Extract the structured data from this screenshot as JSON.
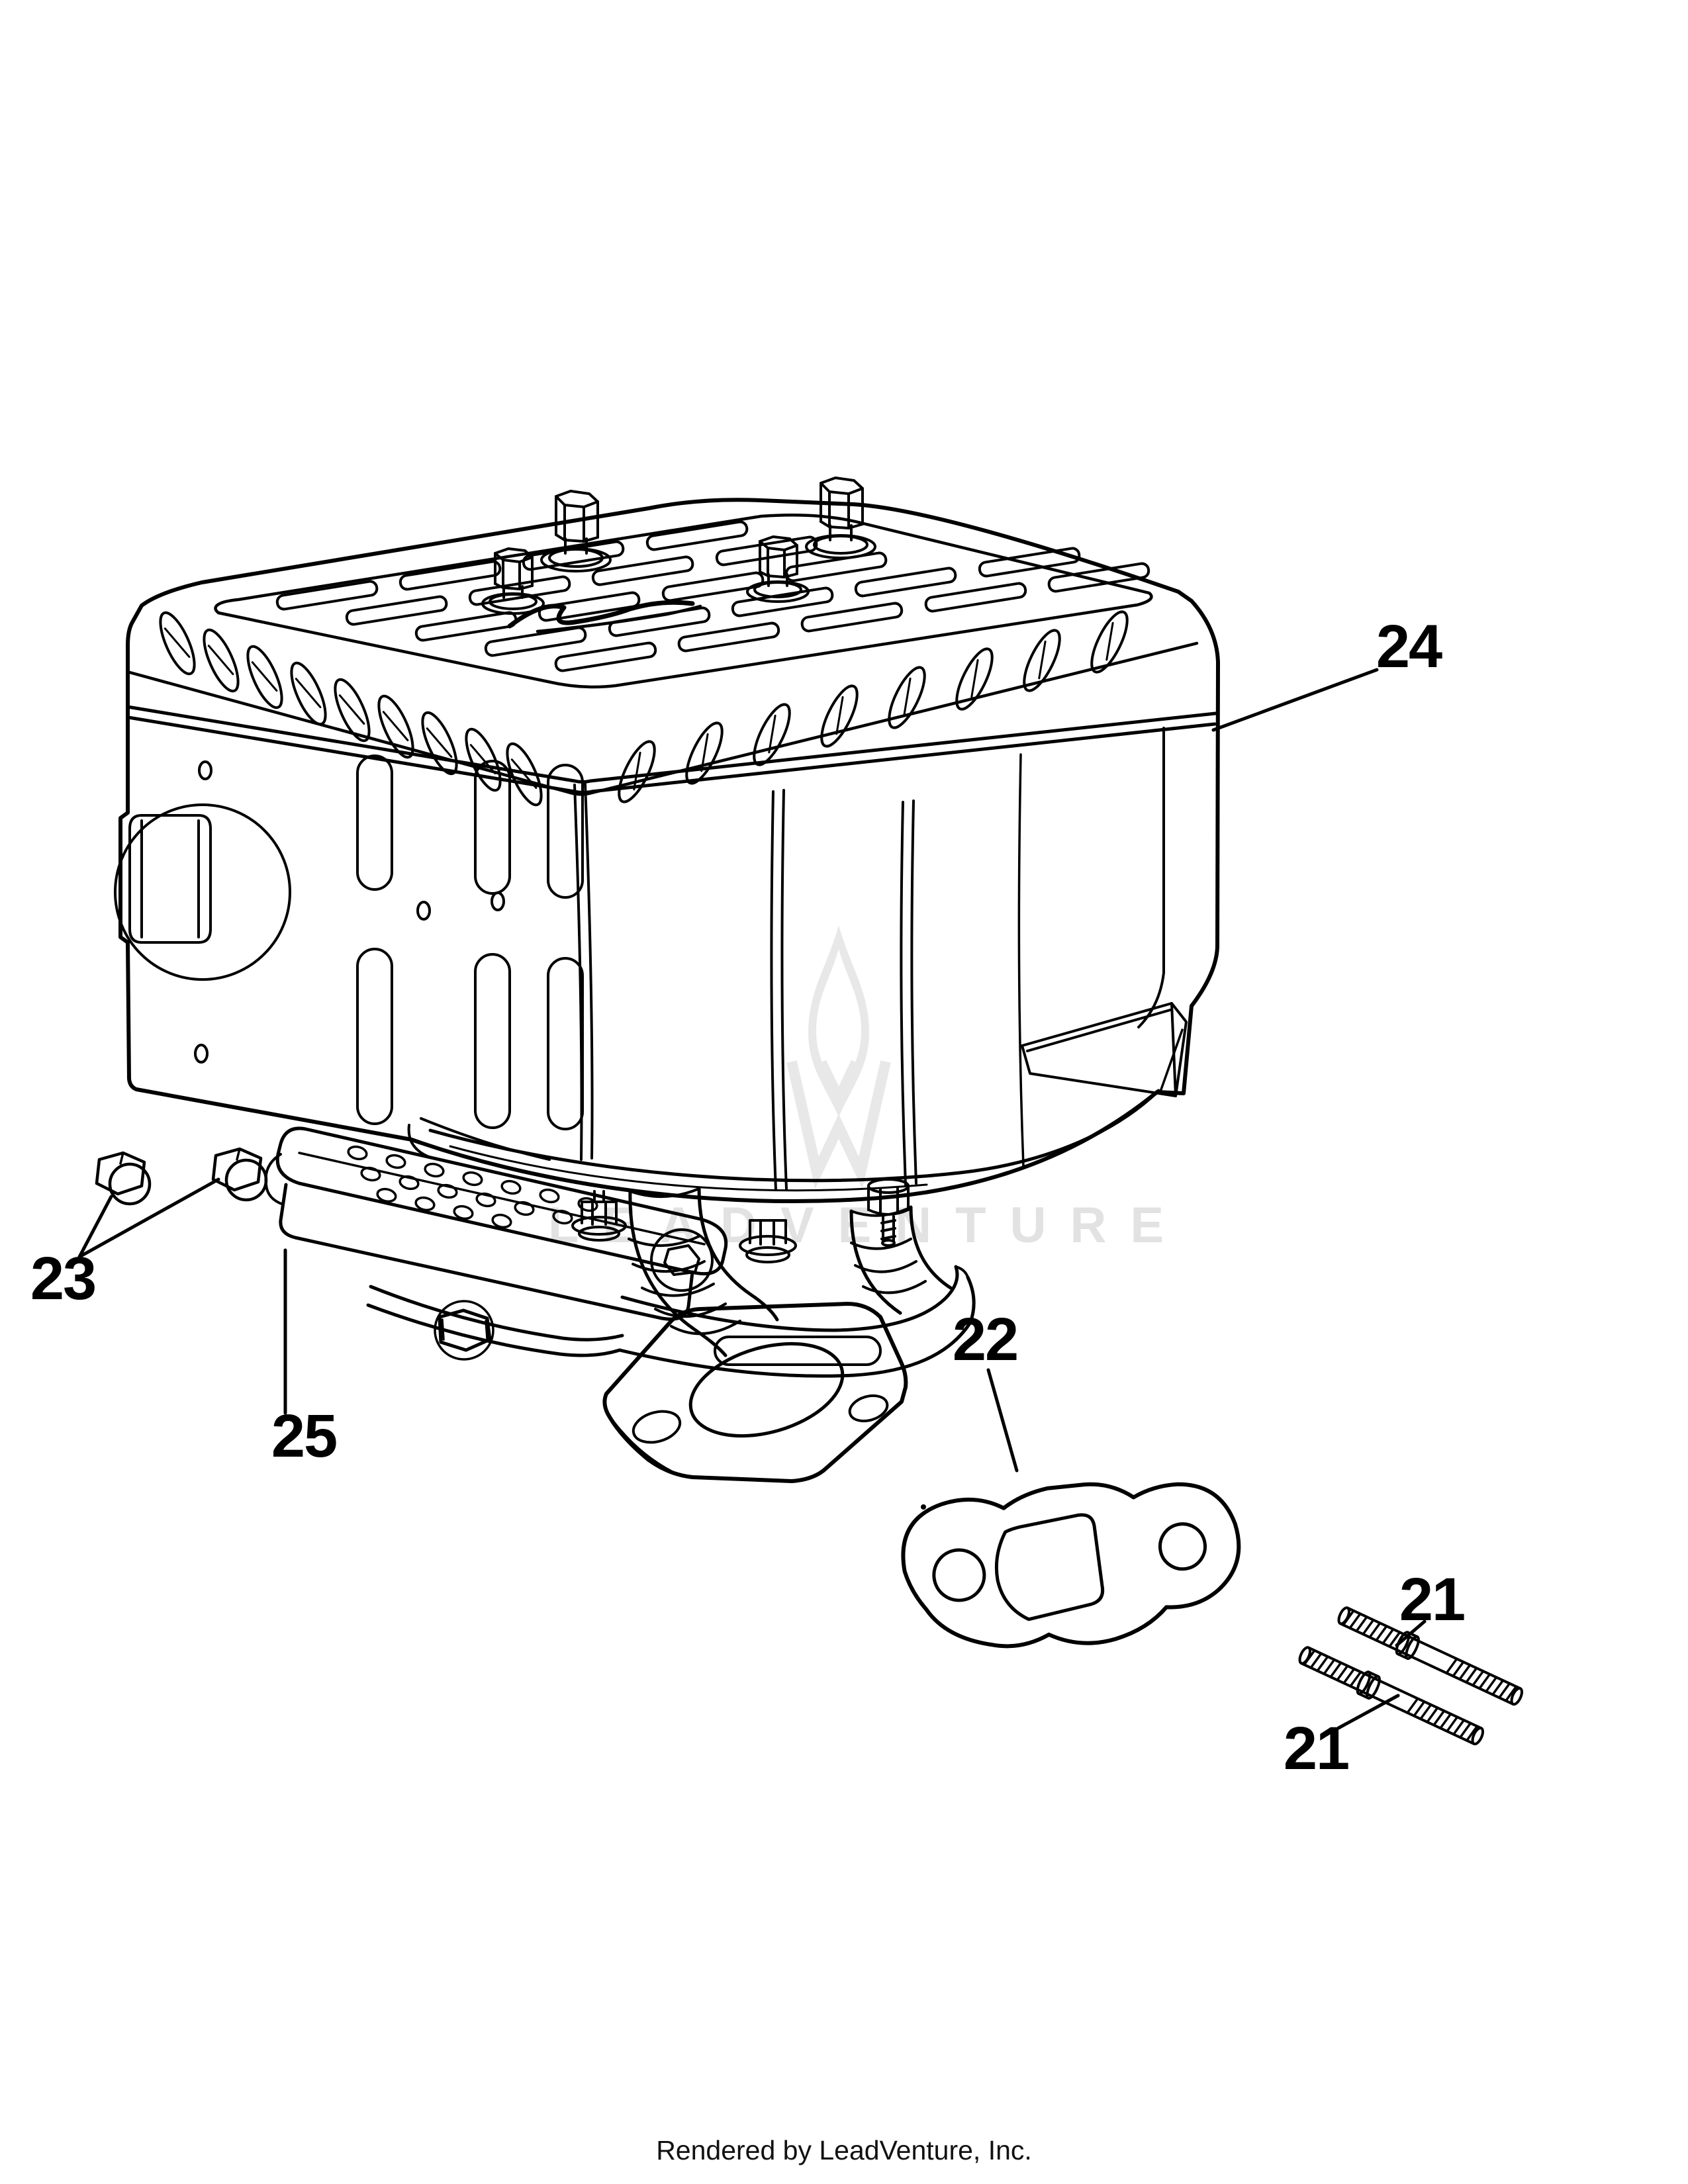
{
  "watermark": {
    "text": "LEADVENTURE",
    "logo": "leadventure-flame-icon",
    "text_color": "#e2e2e2",
    "logo_color": "#e8e8e8"
  },
  "footer": {
    "text": "Rendered by LeadVenture, Inc."
  },
  "diagram": {
    "type": "exploded-parts-diagram",
    "subject": "muffler-assembly-line-drawing",
    "line_color": "#000000",
    "callouts": [
      {
        "id": "24",
        "label": "24"
      },
      {
        "id": "23",
        "label": "23"
      },
      {
        "id": "25",
        "label": "25"
      },
      {
        "id": "22",
        "label": "22"
      },
      {
        "id": "21-upper",
        "label": "21"
      },
      {
        "id": "21-lower",
        "label": "21"
      }
    ]
  }
}
